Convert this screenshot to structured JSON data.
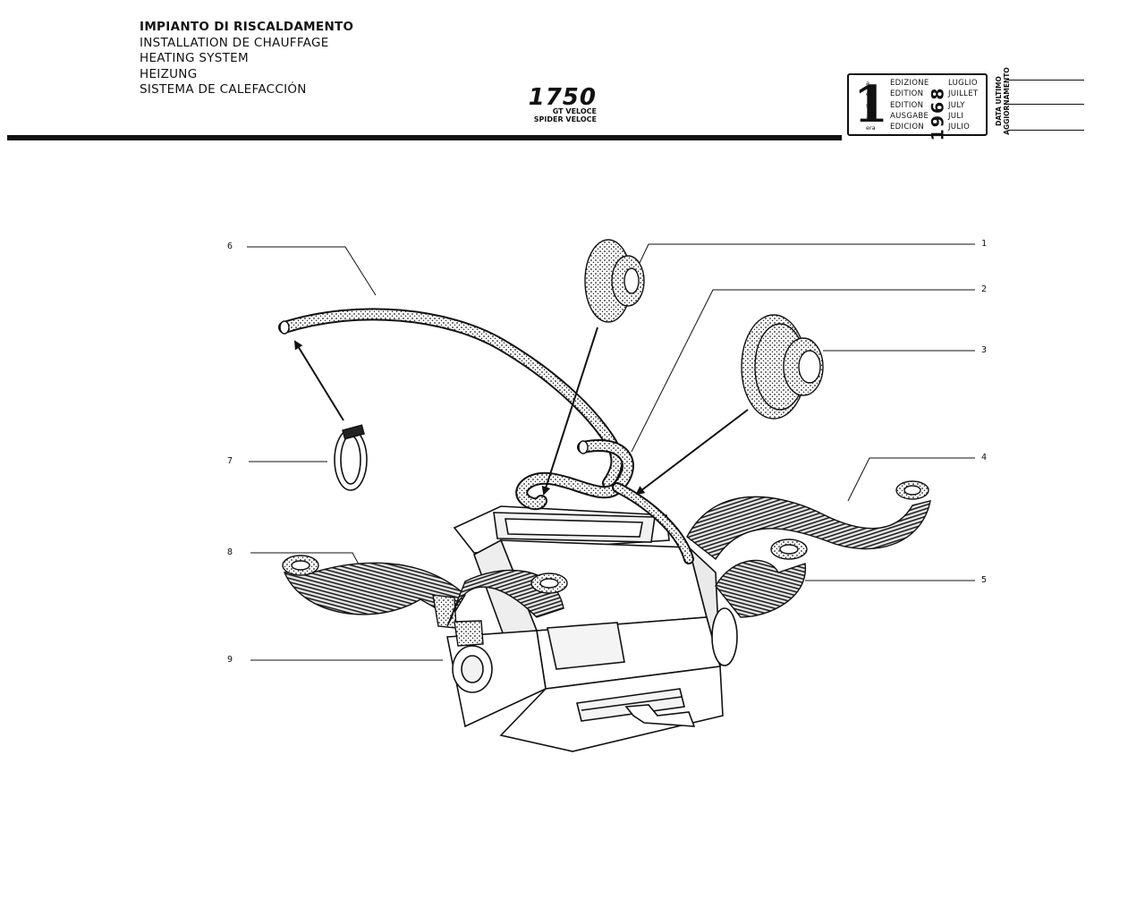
{
  "header": {
    "titles": [
      "IMPIANTO DI RISCALDAMENTO",
      "INSTALLATION DE CHAUFFAGE",
      "HEATING SYSTEM",
      "HEIZUNG",
      "SISTEMA DE CALEFACCIÓN"
    ],
    "model": {
      "number": "1750",
      "variants": [
        "GT VELOCE",
        "SPIDER VELOCE"
      ]
    }
  },
  "edition_box": {
    "number": "1",
    "suffixes": [
      "a",
      "ere",
      "st",
      ".",
      "era"
    ],
    "labels": [
      "EDIZIONE",
      "EDITION",
      "EDITION",
      "AUSGABE",
      "EDICION"
    ],
    "months": [
      "LUGLIO",
      "JUILLET",
      "JULY",
      "JULI",
      "JULIO"
    ],
    "year": "1968"
  },
  "update_block": {
    "label_line1": "DATA ULTIMO",
    "label_line2": "AGGIORNAMENTO"
  },
  "callouts": [
    "1",
    "2",
    "3",
    "4",
    "5",
    "6",
    "7",
    "8",
    "9"
  ],
  "colors": {
    "ink": "#111111",
    "paper": "#ffffff"
  }
}
